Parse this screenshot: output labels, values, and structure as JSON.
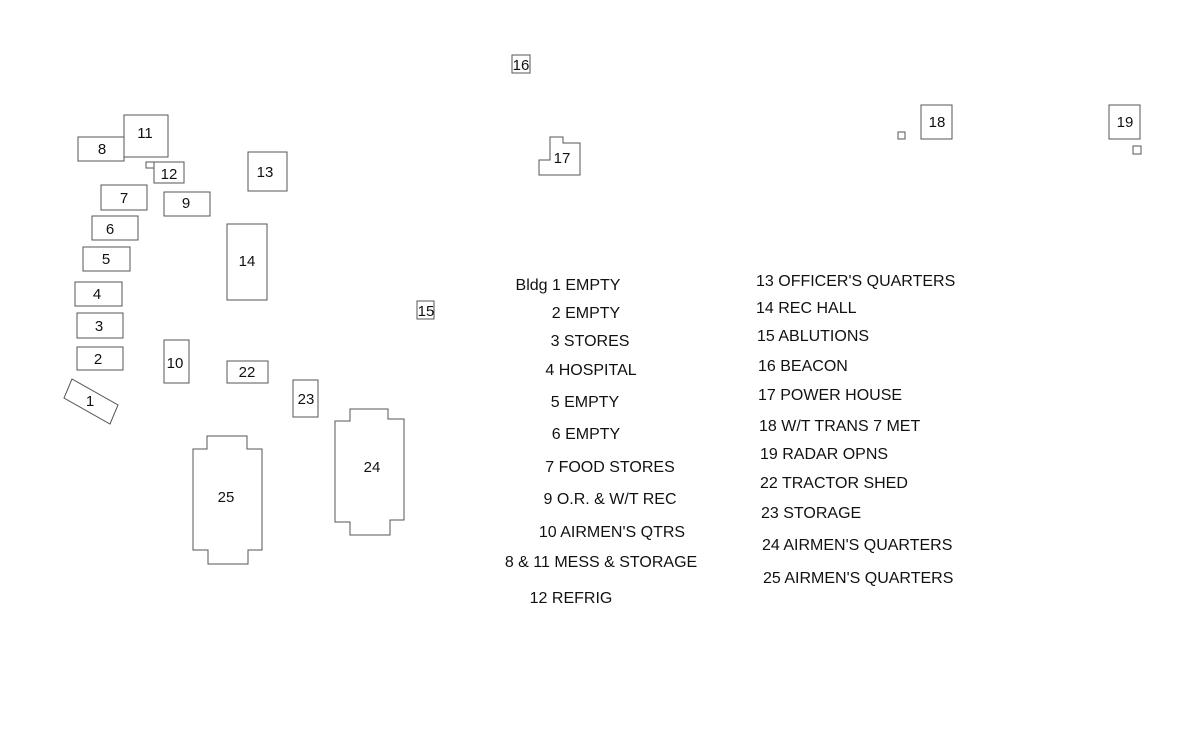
{
  "buildings": [
    {
      "id": "1",
      "name": "b1"
    },
    {
      "id": "2",
      "name": "b2"
    },
    {
      "id": "3",
      "name": "b3"
    },
    {
      "id": "4",
      "name": "b4"
    },
    {
      "id": "5",
      "name": "b5"
    },
    {
      "id": "6",
      "name": "b6"
    },
    {
      "id": "7",
      "name": "b7"
    },
    {
      "id": "8",
      "name": "b8"
    },
    {
      "id": "9",
      "name": "b9"
    },
    {
      "id": "10",
      "name": "b10"
    },
    {
      "id": "11",
      "name": "b11"
    },
    {
      "id": "12",
      "name": "b12"
    },
    {
      "id": "13",
      "name": "b13"
    },
    {
      "id": "14",
      "name": "b14"
    },
    {
      "id": "15",
      "name": "b15"
    },
    {
      "id": "16",
      "name": "b16"
    },
    {
      "id": "17",
      "name": "b17"
    },
    {
      "id": "18",
      "name": "b18"
    },
    {
      "id": "19",
      "name": "b19"
    },
    {
      "id": "22",
      "name": "b22"
    },
    {
      "id": "23",
      "name": "b23"
    },
    {
      "id": "24",
      "name": "b24"
    },
    {
      "id": "25",
      "name": "b25"
    }
  ],
  "legend": {
    "left": [
      "Bldg 1 EMPTY",
      "2 EMPTY",
      "3 STORES",
      "4 HOSPITAL",
      "5 EMPTY",
      "6 EMPTY",
      "7 FOOD STORES",
      "9 O.R. & W/T REC",
      "10 AIRMEN'S QTRS",
      "8 & 11 MESS & STORAGE",
      "12 REFRIG"
    ],
    "right": [
      "13 OFFICER'S QUARTERS",
      "14 REC HALL",
      "15 ABLUTIONS",
      "16 BEACON",
      "17 POWER HOUSE",
      "18 W/T TRANS 7 MET",
      "19 RADAR OPNS",
      "22 TRACTOR SHED",
      "23 STORAGE",
      "24 AIRMEN'S QUARTERS",
      "25 AIRMEN'S QUARTERS"
    ]
  }
}
